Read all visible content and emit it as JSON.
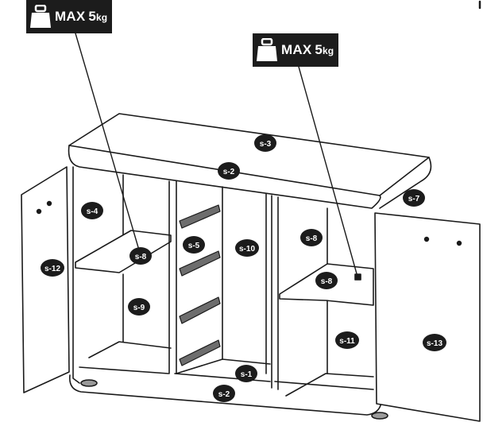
{
  "callouts": [
    {
      "text": "MAX",
      "value": "5",
      "unit": "kg"
    },
    {
      "text": "MAX",
      "value": "5",
      "unit": "kg"
    }
  ],
  "parts": [
    {
      "label": "s-3"
    },
    {
      "label": "s-2"
    },
    {
      "label": "s-7"
    },
    {
      "label": "s-4"
    },
    {
      "label": "s-5"
    },
    {
      "label": "s-10"
    },
    {
      "label": "s-8"
    },
    {
      "label": "s-8"
    },
    {
      "label": "s-12"
    },
    {
      "label": "s-8"
    },
    {
      "label": "s-9"
    },
    {
      "label": "s-11"
    },
    {
      "label": "s-13"
    },
    {
      "label": "s-1"
    },
    {
      "label": "s-2"
    }
  ]
}
